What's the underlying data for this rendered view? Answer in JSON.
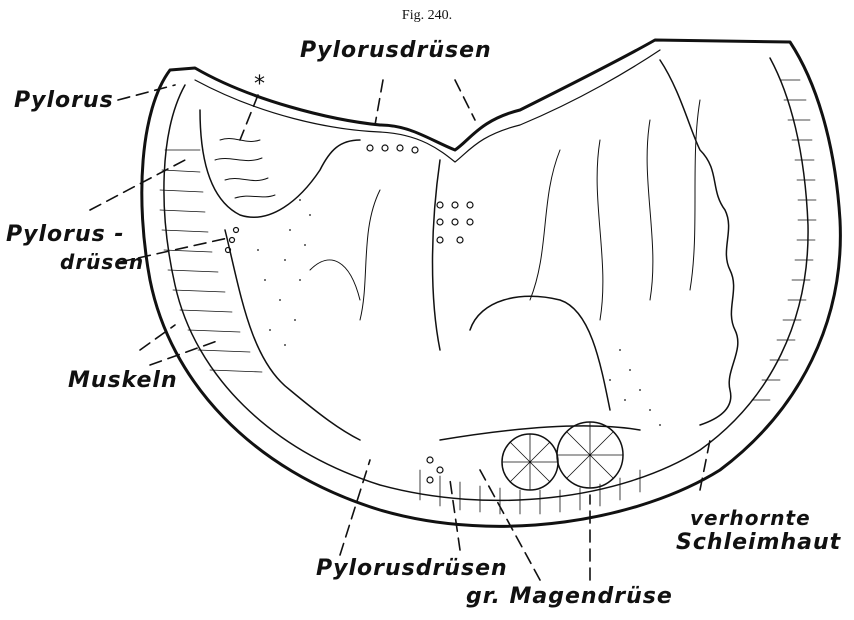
{
  "figure": {
    "caption": "Fig. 240.",
    "labels": {
      "pylorus": "Pylorus",
      "pylorusdruesen_top": "Pylorusdrüsen",
      "pylorus_druesen_left_line1": "Pylorus -",
      "pylorus_druesen_left_line2": "drüsen",
      "muskeln": "Muskeln",
      "verhornte": "verhornte",
      "schleimhaut": "Schleimhaut",
      "pylorusdruesen_bottom": "Pylorusdrüsen",
      "gr_magendruese": "gr. Magendrüse",
      "asterisk": "*"
    }
  }
}
